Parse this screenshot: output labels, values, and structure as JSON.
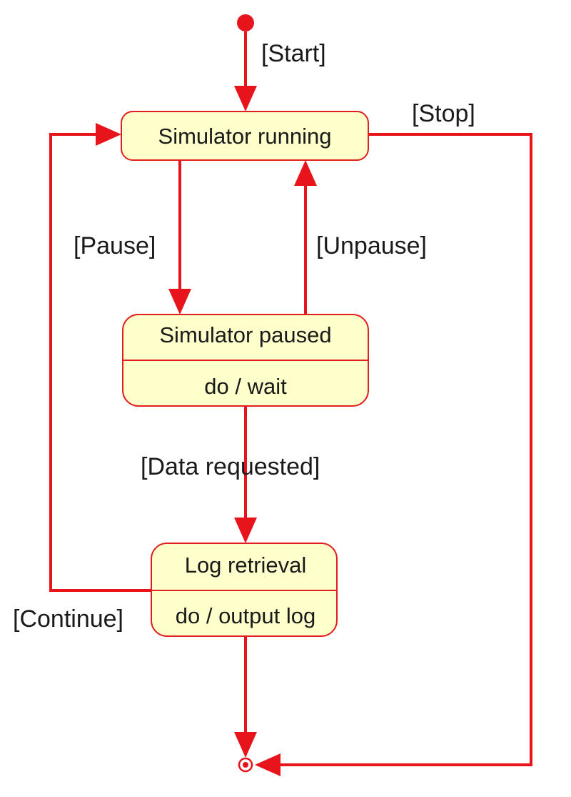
{
  "states": {
    "running": {
      "name": "Simulator running"
    },
    "paused": {
      "name": "Simulator paused",
      "activity": "do / wait"
    },
    "log": {
      "name": "Log retrieval",
      "activity": "do / output log"
    }
  },
  "transitions": {
    "start": "[Start]",
    "stop": "[Stop]",
    "pause": "[Pause]",
    "unpause": "[Unpause]",
    "data_requested": "[Data requested]",
    "continue": "[Continue]"
  },
  "colors": {
    "edge": "#e8141b",
    "state_fill": "#ffffcc",
    "state_border": "#e02020"
  }
}
